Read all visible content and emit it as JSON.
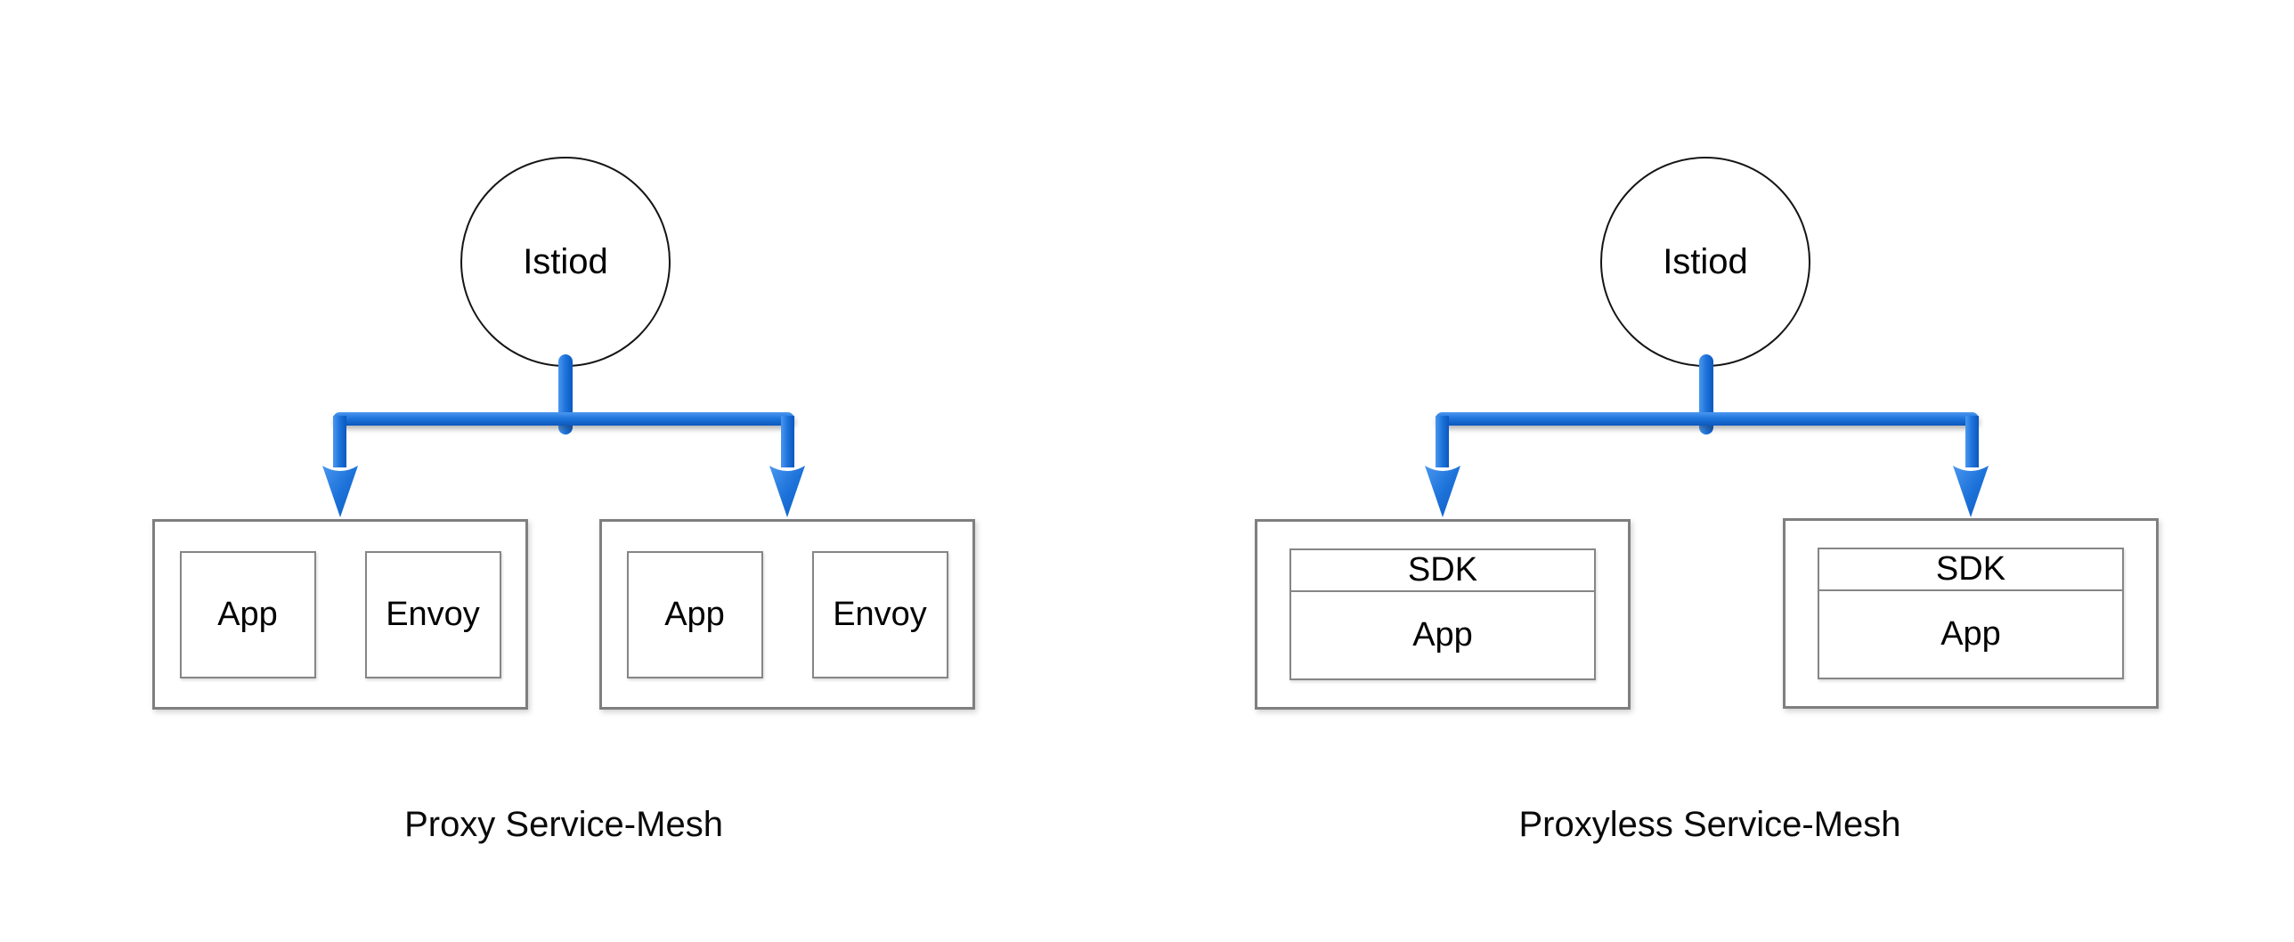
{
  "page": {
    "background": "#ffffff"
  },
  "colors": {
    "arrow_blue": "#1d73da",
    "arrow_blue_light": "#4a97f0",
    "arrow_blue_dark": "#0b58be",
    "box_border_gray": "#7f7f7f",
    "inner_border_gray": "#868686",
    "circle_border_black": "#151515",
    "text_black": "#000000"
  },
  "left_diagram": {
    "controller": "Istiod",
    "caption": "Proxy Service-Mesh",
    "pods": [
      {
        "containers": [
          "App",
          "Envoy"
        ]
      },
      {
        "containers": [
          "App",
          "Envoy"
        ]
      }
    ]
  },
  "right_diagram": {
    "controller": "Istiod",
    "caption": "Proxyless Service-Mesh",
    "pods": [
      {
        "sdk": "SDK",
        "app": "App"
      },
      {
        "sdk": "SDK",
        "app": "App"
      }
    ]
  }
}
